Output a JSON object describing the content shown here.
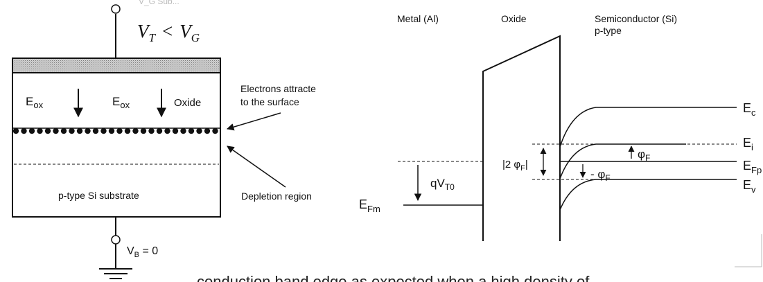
{
  "mos_structure": {
    "gate_label_partial": "V_G  Sub...",
    "condition": {
      "vt": "V",
      "vt_sub": "T",
      "lt": "<",
      "vg": "V",
      "vg_sub": "G"
    },
    "eox_label": "E",
    "eox_sub": "ox",
    "oxide_label": "Oxide",
    "electrons_label_line1": "Electrons attracte",
    "electrons_label_line2": "to the surface",
    "depletion_label": "Depletion region",
    "substrate_label": "p-type Si substrate",
    "vb_label": "V",
    "vb_sub": "B",
    "vb_value": " = 0"
  },
  "band_diagram": {
    "metal_label": "Metal (Al)",
    "oxide_label": "Oxide",
    "semi_label_line1": "Semiconductor (Si)",
    "semi_label_line2": "p-type",
    "ec_label": "E",
    "ec_sub": "c",
    "ei_label": "E",
    "ei_sub": "i",
    "efp_label": "E",
    "efp_sub": "Fp",
    "ev_label": "E",
    "ev_sub": "v",
    "efm_label": "E",
    "efm_sub": "Fm",
    "qvt0_label": "qV",
    "qvt0_sub": "T0",
    "two_phif_label": "|2 φ",
    "two_phif_sub": "F",
    "two_phif_close": "|",
    "phif_label": "φ",
    "phif_sub": "F",
    "neg_phif_label": "- φ",
    "neg_phif_sub": "F"
  },
  "footer_text": "conduction band edge as expected when a high density of"
}
